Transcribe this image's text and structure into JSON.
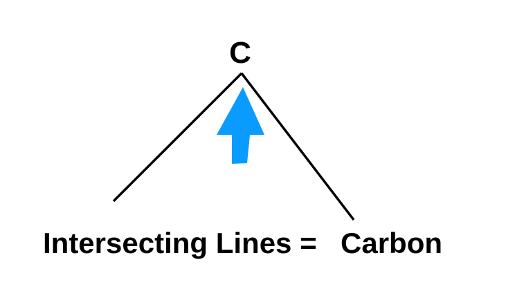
{
  "diagram": {
    "atom_label": "C",
    "caption_left": "Intersecting Lines =",
    "caption_right": "Carbon",
    "colors": {
      "line": "#000000",
      "arrow": "#0a9bff",
      "text": "#000000",
      "background": "#ffffff"
    }
  }
}
